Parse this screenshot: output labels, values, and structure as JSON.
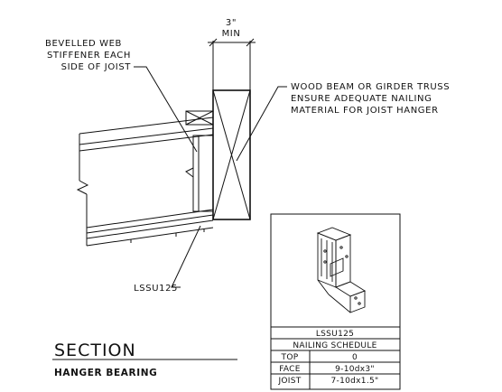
{
  "dimension": {
    "value": "3\"",
    "qualifier": "MIN"
  },
  "callouts": {
    "stiffener": [
      "BEVELLED WEB",
      "STIFFENER EACH",
      "SIDE OF JOIST"
    ],
    "beam": [
      "WOOD BEAM OR GIRDER TRUSS",
      "ENSURE ADEQUATE NAILING",
      "MATERIAL FOR JOIST HANGER"
    ],
    "hanger": "LSSU125"
  },
  "section": {
    "title": "SECTION",
    "subtitle": "HANGER BEARING"
  },
  "schedule": {
    "model": "LSSU125",
    "heading": "NAILING SCHEDULE",
    "rows": [
      {
        "location": "TOP",
        "nails": "0"
      },
      {
        "location": "FACE",
        "nails": "9-10dx3\""
      },
      {
        "location": "JOIST",
        "nails": "7-10dx1.5\""
      }
    ]
  }
}
